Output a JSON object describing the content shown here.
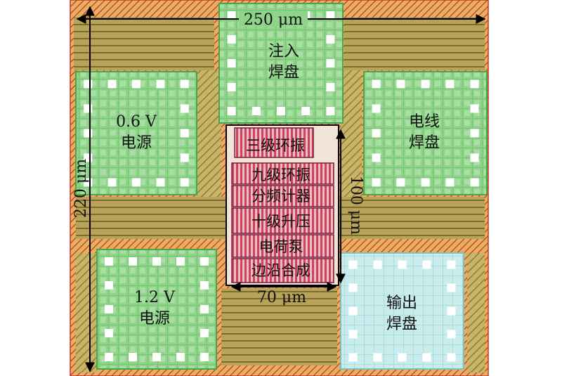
{
  "labels": {
    "inject_pad": [
      "注入",
      "焊盘"
    ],
    "vdd06": [
      "0.6 V",
      "电源"
    ],
    "wire_pad": [
      "电线",
      "焊盘"
    ],
    "vdd12": [
      "1.2 V",
      "电源"
    ],
    "output_pad": [
      "输出",
      "焊盘"
    ],
    "block1": "三级环振",
    "block2": "九级环振",
    "block3": "分频计器",
    "block4": "十级升压",
    "block5": "电荷泵",
    "block6": "边沿合成"
  },
  "dimensions": {
    "top_width": "250 μm",
    "left_height": "220 μm",
    "core_width": "70 μm",
    "core_height": "100 μm"
  },
  "colors": {
    "pad_green": "#8fd48a",
    "output_pad_cyan": "#c9ecec",
    "hatch_olive": "#b0a050",
    "hatch_red": "#c83a2a",
    "core_red": "#d04040",
    "core_magenta": "#c040a0"
  }
}
